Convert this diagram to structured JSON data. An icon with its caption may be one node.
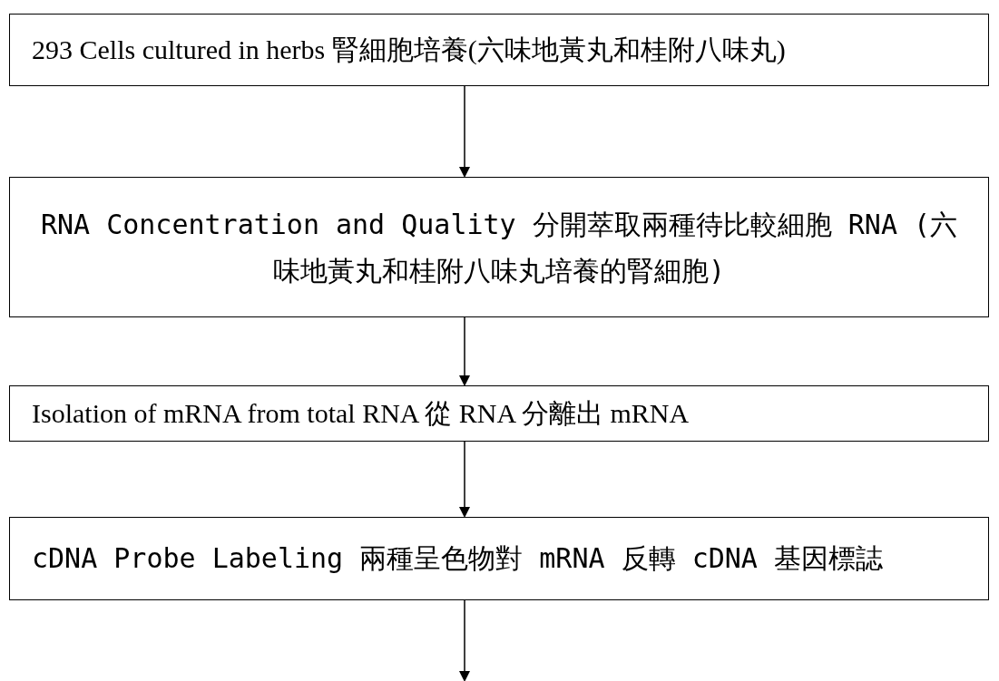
{
  "diagram": {
    "nodes": [
      {
        "text": [
          "293 Cells cultured in herbs 腎細胞培養(六味地黃丸和桂附八味丸)"
        ]
      },
      {
        "text": [
          "RNA Concentration and Quality 分開萃取兩種待比較細胞 RNA (六味地黃丸和桂附八味丸培養的腎細胞)"
        ]
      },
      {
        "text": [
          "Isolation of mRNA from total RNA 從 RNA 分離出 mRNA"
        ]
      },
      {
        "text": [
          "cDNA Probe Labeling 兩種呈色物對 mRNA 反轉 cDNA 基因標誌"
        ]
      }
    ],
    "edges": [
      {
        "from": 0,
        "to": 1,
        "arrow": "to"
      },
      {
        "from": 1,
        "to": 2,
        "arrow": "to"
      },
      {
        "from": 2,
        "to": 3,
        "arrow": "to"
      },
      {
        "from": 3,
        "to": null,
        "arrow": "to"
      }
    ]
  }
}
